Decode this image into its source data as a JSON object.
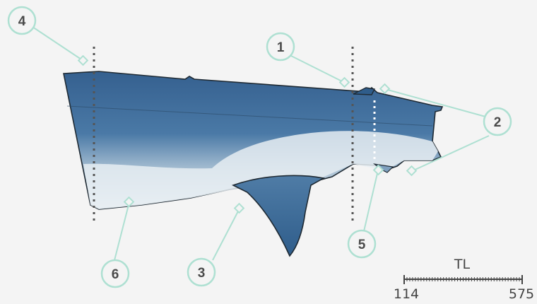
{
  "colors": {
    "background": "#f4f4f4",
    "body_dark": "#3b6694",
    "body_light": "#e4ebf0",
    "callout_stroke": "#aee0d2",
    "marker_line": "#555555"
  },
  "callouts": [
    {
      "id": "1",
      "label": "1"
    },
    {
      "id": "2",
      "label": "2"
    },
    {
      "id": "3",
      "label": "3"
    },
    {
      "id": "4",
      "label": "4"
    },
    {
      "id": "5",
      "label": "5"
    },
    {
      "id": "6",
      "label": "6"
    }
  ],
  "scale": {
    "label": "TL",
    "min_label": "114",
    "max_label": "575"
  }
}
